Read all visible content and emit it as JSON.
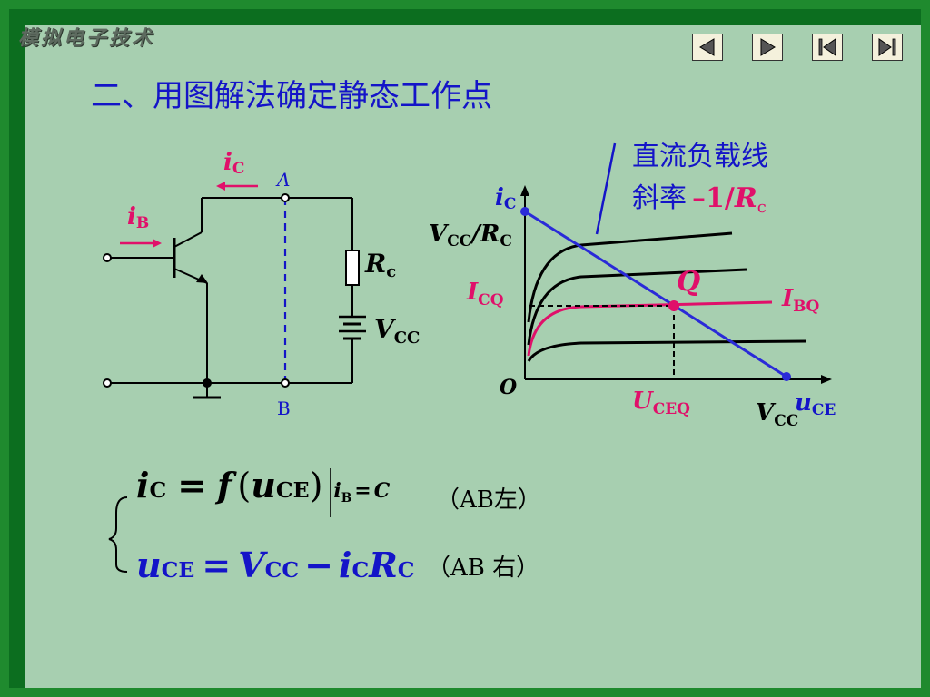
{
  "header": {
    "brand": "模拟电子技术",
    "title": "二、用图解法确定静态工作点"
  },
  "nav": [
    {
      "name": "prev-button",
      "icon": "triangle-left-icon"
    },
    {
      "name": "next-button",
      "icon": "triangle-right-icon"
    },
    {
      "name": "first-button",
      "icon": "skip-first-icon"
    },
    {
      "name": "last-button",
      "icon": "skip-last-icon"
    }
  ],
  "circuit": {
    "ic": "i",
    "ic_sub": "C",
    "ib": "i",
    "ib_sub": "B",
    "point_a": "A",
    "point_b": "B",
    "rc": "R",
    "rc_sub": "c",
    "vcc": "V",
    "vcc_sub": "CC"
  },
  "graph": {
    "y_label": "i",
    "y_label_sub": "C",
    "x_label": "u",
    "x_label_sub": "CE",
    "origin": "O",
    "vcc_rc": "V",
    "vcc_rc_sub": "CC",
    "vcc_rc_slash": "/R",
    "vcc_rc_sub2": "C",
    "icq": "I",
    "icq_sub": "CQ",
    "ibq": "I",
    "ibq_sub": "BQ",
    "q": "Q",
    "uceq": "U",
    "uceq_sub": "CEQ",
    "vcc": "V",
    "vcc_sub": "CC",
    "callout_line1": "直流负载线",
    "callout_line2": "斜率",
    "callout_slope": "–1/",
    "callout_r": "R",
    "callout_r_sub": "c"
  },
  "equations": {
    "eq1": {
      "lhs": "i",
      "lhs_sub": "C",
      "eq": "=",
      "f": "f",
      "paren_open": "(",
      "u": "u",
      "u_sub": "CE",
      "paren_close": ")",
      "cond_i": "i",
      "cond_sub": "B",
      "cond_eq": "=",
      "cond_c": "C",
      "note": "（AB左）"
    },
    "eq2": {
      "u": "u",
      "u_sub": "CE",
      "eq": "=",
      "v": "V",
      "v_sub": "CC",
      "minus": "−",
      "i": "i",
      "i_sub": "C",
      "r": "R",
      "r_sub": "C",
      "note": "（AB 右）"
    }
  },
  "colors": {
    "blue": "#1414c8",
    "magenta": "#e0106a",
    "loadline": "#2a2ad8"
  }
}
